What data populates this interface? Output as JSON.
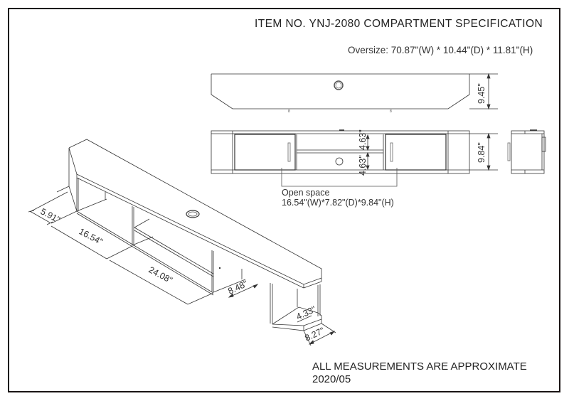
{
  "header": {
    "title": "ITEM NO. YNJ-2080 COMPARTMENT SPECIFICATION",
    "oversize": "Oversize: 70.87\"(W) * 10.44\"(D) * 11.81\"(H)"
  },
  "top_view": {
    "depth_label": "9.45\""
  },
  "front_view": {
    "upper_compartment_label": "4.63\"",
    "lower_compartment_label": "4.63\"",
    "height_label": "9.84\"",
    "open_space": {
      "title": "Open space",
      "dimensions": "16.54\"(W)*7.82\"(D)*9.84\"(H)"
    }
  },
  "isometric_view": {
    "dimensions": {
      "end_section": "5.91\"",
      "door_section": "16.54\"",
      "middle_section": "24.08\"",
      "right_open_width": "8.48\"",
      "right_end_depth": "4.33\"",
      "right_end_width": "8.27\""
    }
  },
  "footer": {
    "note": "ALL MEASUREMENTS ARE APPROXIMATE",
    "date": "2020/05"
  }
}
